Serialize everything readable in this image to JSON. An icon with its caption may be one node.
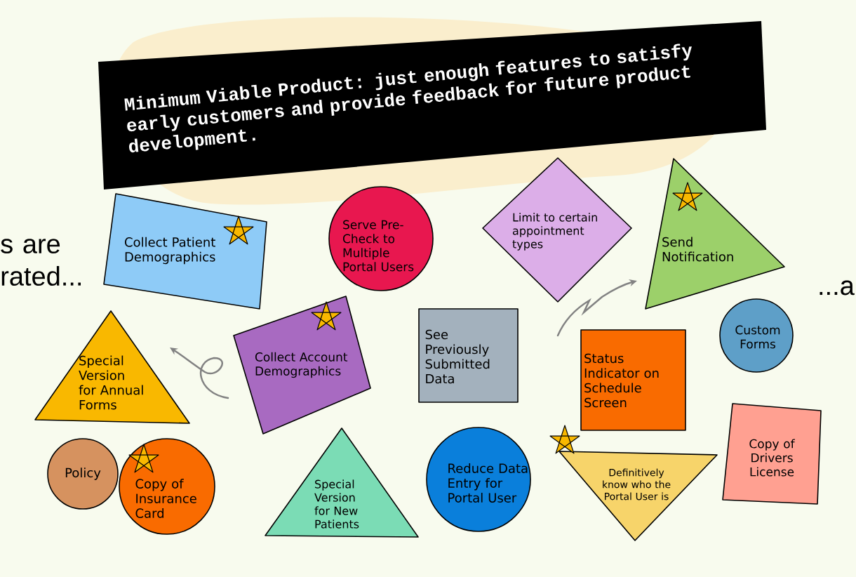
{
  "diagram": {
    "title": "Minimum Viable Product: just enough features to satisfy early customers and provide feedback for future product development.",
    "nodes": [
      {
        "text": [
          "Collect Patient Demographics"
        ]
      },
      {
        "text": [
          "Serve Pre-Check to Multiple Portal Users"
        ]
      },
      {
        "text": [
          "Limit to certain appointment types"
        ]
      },
      {
        "text": [
          "Send Notification"
        ]
      },
      {
        "text": [
          "Special Version for Annual Forms"
        ]
      },
      {
        "text": [
          "Collect Account Demographics"
        ]
      },
      {
        "text": [
          "See Previously Submitted Data"
        ]
      },
      {
        "text": [
          "Custom Forms"
        ]
      },
      {
        "text": [
          "Status Indicator on Schedule Screen"
        ]
      },
      {
        "text": [
          "Policy"
        ]
      },
      {
        "text": [
          "Copy of Insurance Card"
        ]
      },
      {
        "text": [
          "Special Version for New Patients"
        ]
      },
      {
        "text": [
          "Reduce Data Entry for Portal User"
        ]
      },
      {
        "text": [
          "Definitively know who the Portal User is"
        ]
      },
      {
        "text": [
          "Copy of Drivers License"
        ]
      }
    ],
    "edges": [
      {
        "from": null,
        "to": 4,
        "arrow": "to"
      },
      {
        "from": null,
        "to": 3,
        "arrow": "to"
      }
    ],
    "labels": [
      "s are rated...",
      "...a"
    ]
  }
}
